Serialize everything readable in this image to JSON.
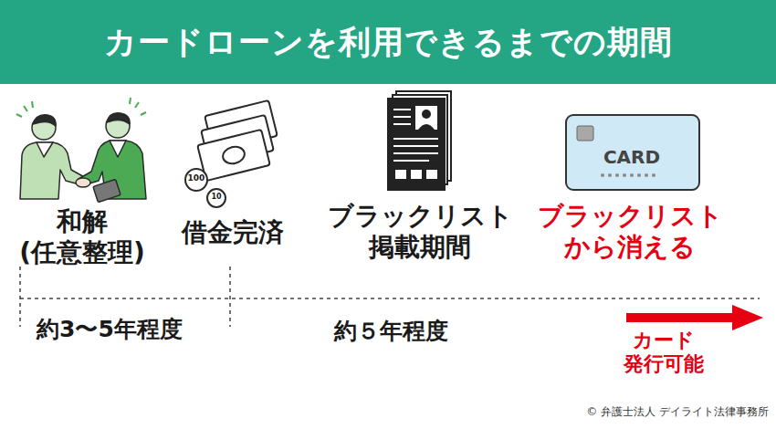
{
  "diagram": {
    "title": "カードローンを利用できるまでの期間",
    "labels": [
      "和解 (任意整理)",
      "借金完済",
      "ブラックリスト 掲載期間",
      "ブラックリスト から消える",
      "約3〜5年程度",
      "約５年程度",
      "カード 発行可能",
      "CARD",
      "100",
      "10",
      "© 弁護士法人 デイライト法律事務所"
    ]
  }
}
